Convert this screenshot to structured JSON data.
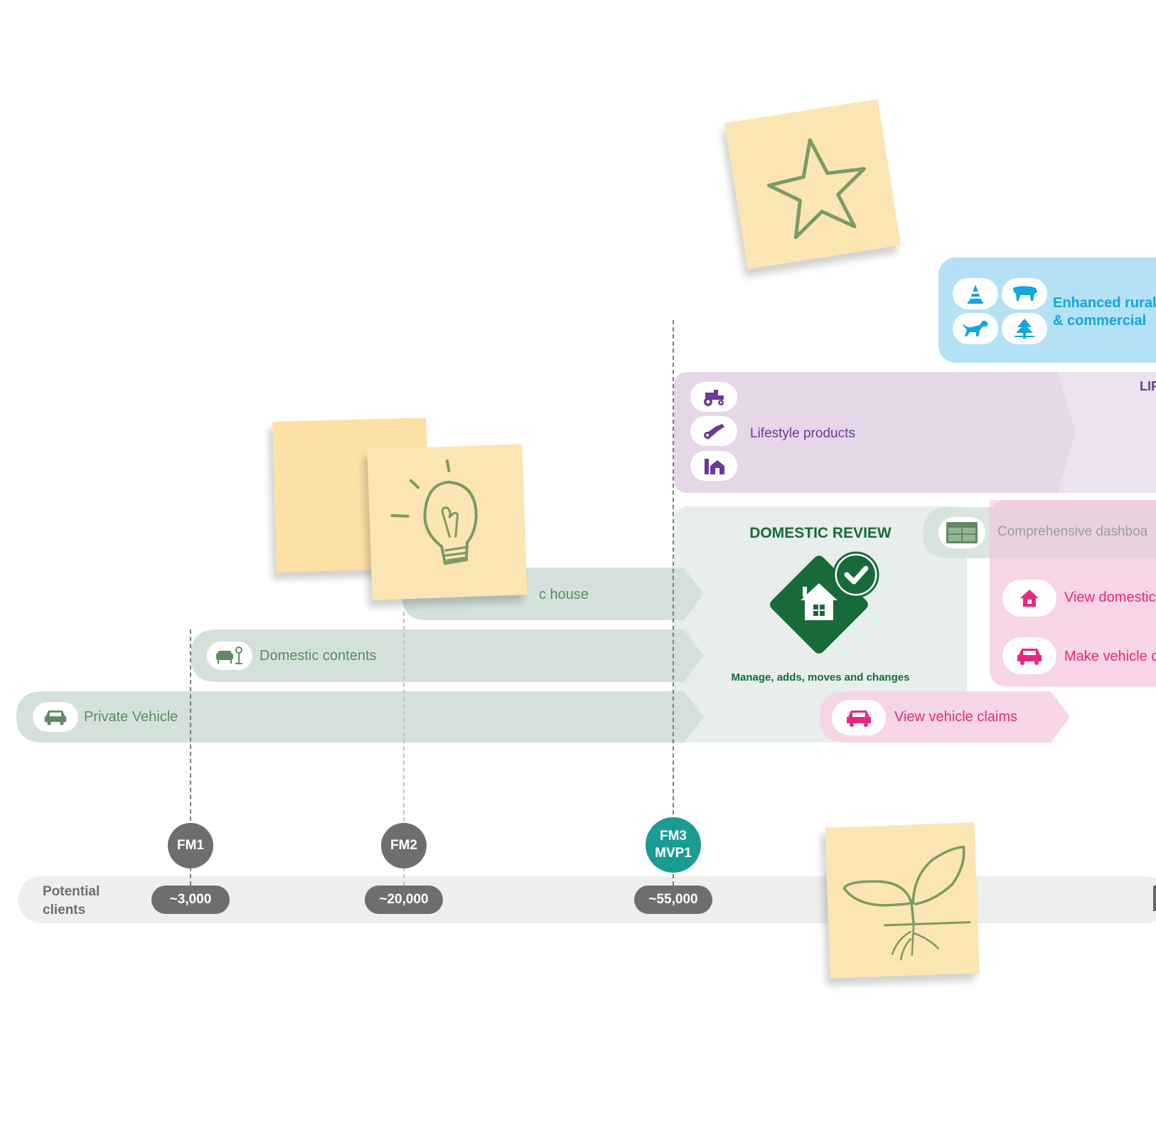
{
  "rural": {
    "line1": "Enhanced rural",
    "line2": "& commercial"
  },
  "lifestyle": {
    "label": "Lifestyle products",
    "cut_label": "LIF"
  },
  "domestic_review": {
    "title": "DOMESTIC REVIEW",
    "caption": "Manage, adds, moves and changes"
  },
  "dashboard": {
    "label": "Comprehensive dashboa"
  },
  "pink": {
    "view_domestic": "View domestic",
    "make_vehicle": "Make vehicle c",
    "view_vehicle_claims": "View vehicle claims"
  },
  "bands": {
    "house": "c house",
    "contents": "Domestic contents",
    "vehicle": "Private Vehicle"
  },
  "milestones": [
    {
      "label": "FM1"
    },
    {
      "label": "FM2"
    },
    {
      "label_line1": "FM3",
      "label_line2": "MVP1"
    }
  ],
  "potential_clients": {
    "label_line1": "Potential",
    "label_line2": "clients",
    "values": [
      "~3,000",
      "~20,000",
      "~55,000"
    ]
  },
  "colors": {
    "green": "#5f8a63",
    "dark_green": "#176a3a",
    "teal": "#1a9c92",
    "pink": "#e8287e",
    "purple": "#6a3a96",
    "blue": "#11a6de",
    "gray": "#6d6e70",
    "sticky": "#fbe5b2"
  },
  "icons": [
    "star-sketch",
    "lightbulb-sketch",
    "sprout-sketch",
    "traffic-cone-icon",
    "cow-icon",
    "dog-icon",
    "tree-bench-icon",
    "tractor-icon",
    "chainsaw-icon",
    "barn-icon",
    "house-icon",
    "checkmark-icon",
    "dashboard-icon",
    "car-icon",
    "sofa-lamp-icon"
  ]
}
